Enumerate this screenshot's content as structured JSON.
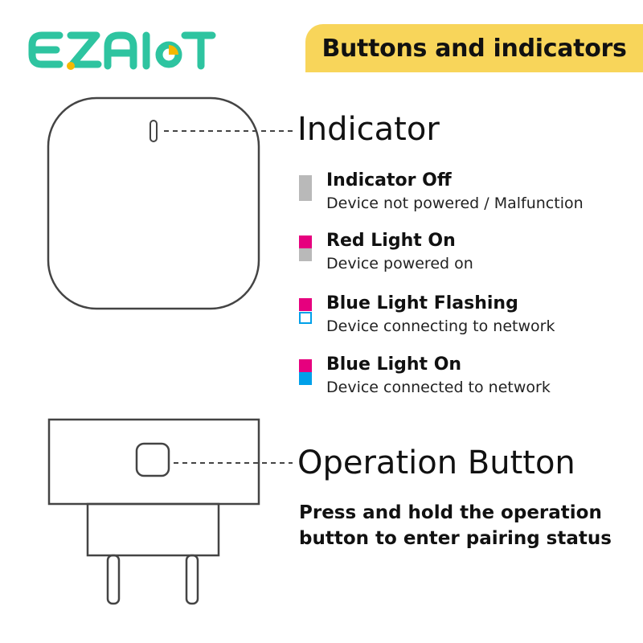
{
  "brand": {
    "logo_text": "EZAIoT",
    "logo_color": "#2ec4a0",
    "logo_accent_color": "#f5b800"
  },
  "banner": {
    "title": "Buttons and indicators",
    "color": "#f8d55a"
  },
  "indicator": {
    "title": "Indicator",
    "states": [
      {
        "name": "Indicator Off",
        "description": "Device not powered / Malfunction",
        "swatch": {
          "style": "full",
          "top_color": "#b9b9b9",
          "bottom_color": "#b9b9b9"
        }
      },
      {
        "name": "Red Light On",
        "description": "Device powered on",
        "swatch": {
          "style": "split",
          "top_color": "#e6007e",
          "bottom_color": "#b9b9b9"
        }
      },
      {
        "name": "Blue Light Flashing",
        "description": "Device connecting to network",
        "swatch": {
          "style": "split-outline",
          "top_color": "#e6007e",
          "bottom_color": "#00a0e9"
        }
      },
      {
        "name": "Blue Light On",
        "description": "Device connected to network",
        "swatch": {
          "style": "split",
          "top_color": "#e6007e",
          "bottom_color": "#00a0e9"
        }
      }
    ]
  },
  "operation": {
    "title": "Operation Button",
    "description_lines": [
      "Press and hold the operation",
      "button to enter pairing status"
    ]
  },
  "colors": {
    "outline": "#444444",
    "text": "#111111"
  }
}
